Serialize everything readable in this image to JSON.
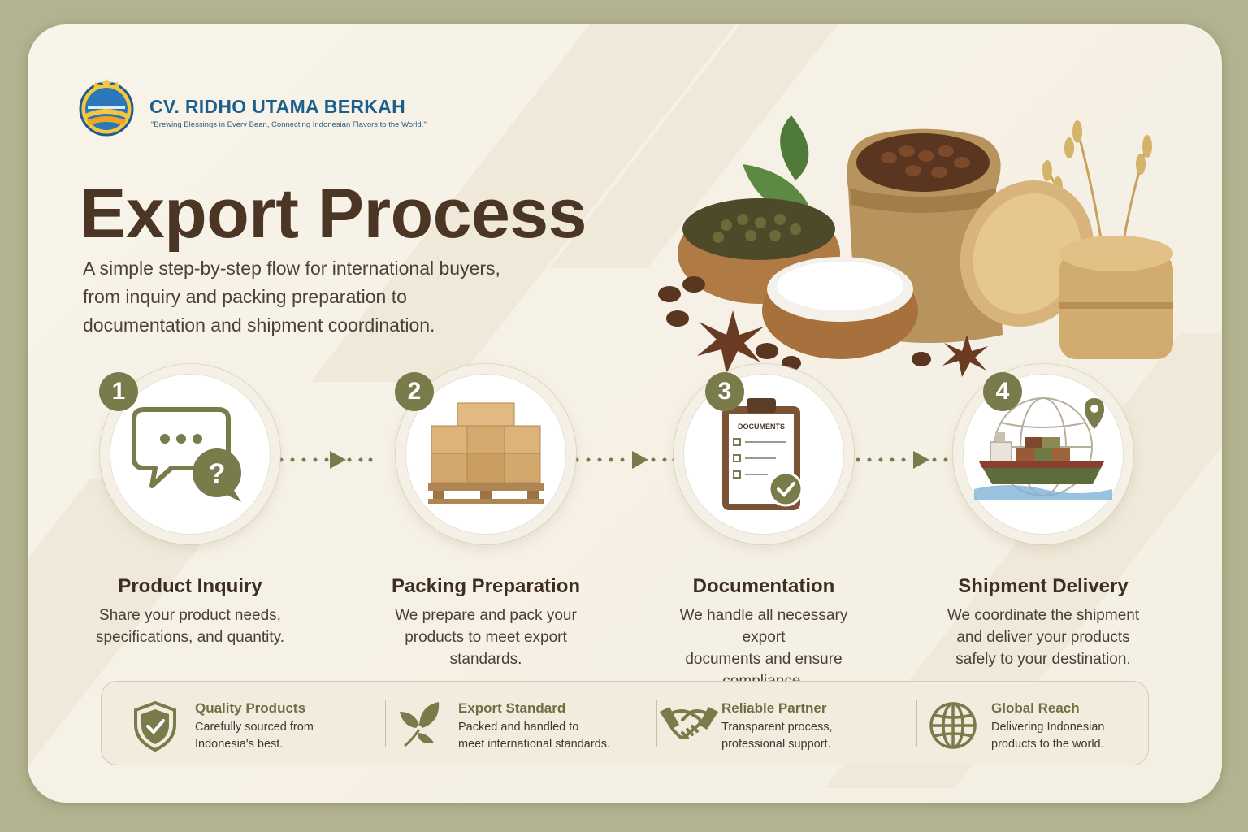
{
  "brand": {
    "name": "CV. RIDHO UTAMA BERKAH",
    "tagline": "\"Brewing Blessings in Every Bean, Connecting Indonesian Flavors to the World.\""
  },
  "hero": {
    "title": "Export Process",
    "subtitle_lines": [
      "A simple step-by-step flow for international buyers,",
      "from inquiry and packing preparation to",
      "documentation and shipment coordination."
    ]
  },
  "steps": [
    {
      "number": "1",
      "title": "Product Inquiry",
      "desc_lines": [
        "Share your product needs,",
        "specifications, and quantity."
      ],
      "icon": "chat-question-icon"
    },
    {
      "number": "2",
      "title": "Packing Preparation",
      "desc_lines": [
        "We prepare and pack your",
        "products to meet export",
        "standards."
      ],
      "icon": "boxes-pallet-icon"
    },
    {
      "number": "3",
      "title": "Documentation",
      "desc_lines": [
        "We handle all necessary export",
        "documents and ensure",
        "compliance."
      ],
      "icon": "clipboard-documents-icon",
      "icon_label": "DOCUMENTS"
    },
    {
      "number": "4",
      "title": "Shipment Delivery",
      "desc_lines": [
        "We coordinate the shipment",
        "and deliver your products",
        "safely to your destination."
      ],
      "icon": "cargo-ship-globe-icon"
    }
  ],
  "features": [
    {
      "title": "Quality Products",
      "desc_lines": [
        "Carefully sourced from",
        "Indonesia's best."
      ],
      "icon": "shield-check-icon"
    },
    {
      "title": "Export Standard",
      "desc_lines": [
        "Packed and handled to",
        "meet international standards."
      ],
      "icon": "leaves-icon"
    },
    {
      "title": "Reliable Partner",
      "desc_lines": [
        "Transparent process,",
        "professional support."
      ],
      "icon": "handshake-icon"
    },
    {
      "title": "Global Reach",
      "desc_lines": [
        "Delivering Indonesian",
        "products to the world."
      ],
      "icon": "globe-icon"
    }
  ],
  "colors": {
    "accent_olive": "#7a7b4b",
    "title_brown": "#4b3525",
    "brand_blue": "#1d5f8c",
    "background": "#b3b38f"
  }
}
